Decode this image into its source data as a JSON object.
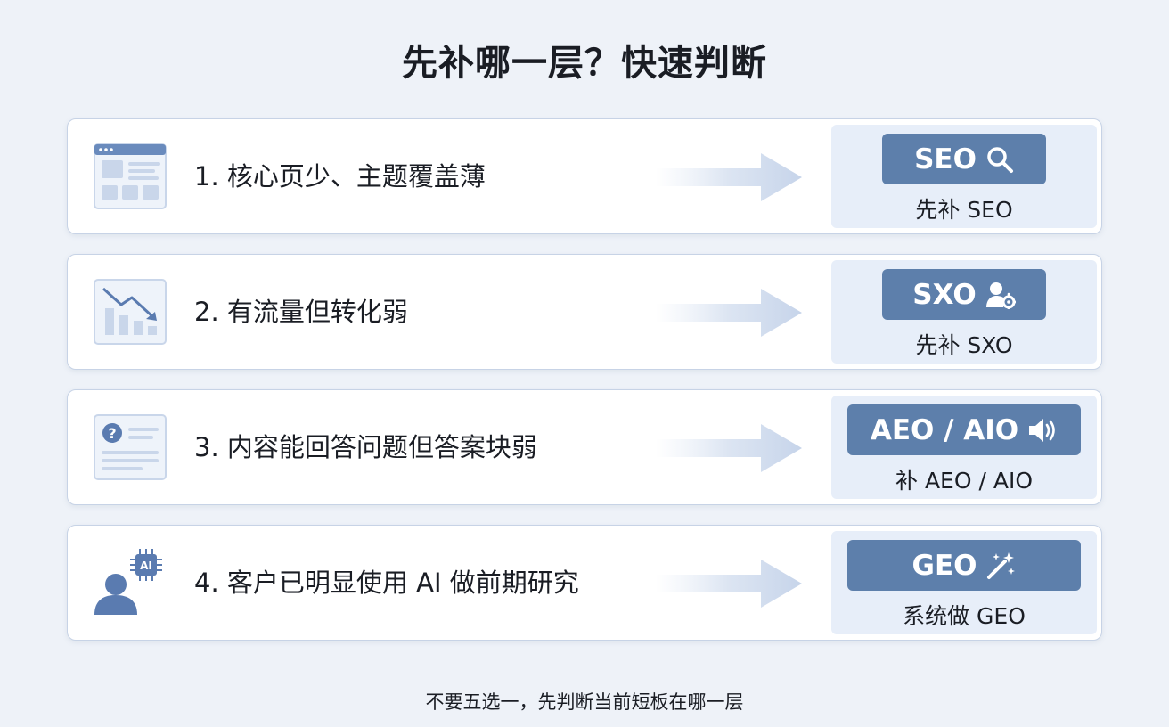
{
  "title": "先补哪一层？快速判断",
  "rows": [
    {
      "label": "1. 核心页少、主题覆盖薄",
      "row_icon": "webpage-layout-icon",
      "badge": "SEO",
      "badge_icon": "search-icon",
      "sub": "先补 SEO"
    },
    {
      "label": "2. 有流量但转化弱",
      "row_icon": "declining-bar-chart-icon",
      "badge": "SXO",
      "badge_icon": "user-gear-icon",
      "sub": "先补 SXO"
    },
    {
      "label": "3. 内容能回答问题但答案块弱",
      "row_icon": "question-document-icon",
      "badge": "AEO / AIO",
      "badge_icon": "speaker-icon",
      "sub": "补 AEO / AIO"
    },
    {
      "label": "4. 客户已明显使用 AI 做前期研究",
      "row_icon": "user-ai-chip-icon",
      "badge": "GEO",
      "badge_icon": "magic-wand-icon",
      "sub": "系统做 GEO",
      "chip_text": "AI"
    }
  ],
  "footer": "不要五选一，先判断当前短板在哪一层",
  "colors": {
    "accent": "#5d7fab",
    "panel": "#e7eef9",
    "icon": "#5a7bb0",
    "icon_light": "#c9d6ea",
    "background": "#eef2f8"
  }
}
